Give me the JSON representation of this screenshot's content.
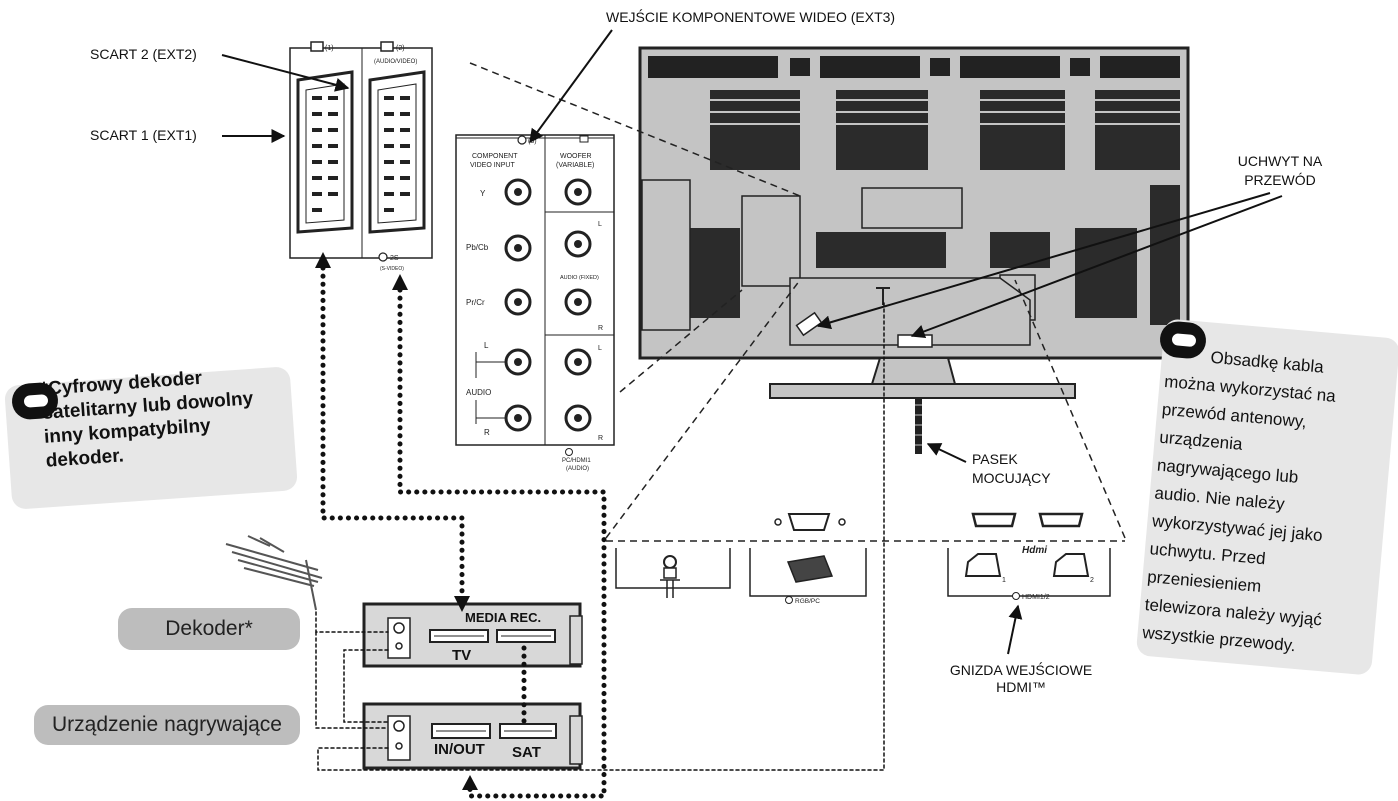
{
  "labels": {
    "scart2": "SCART 2 (EXT2)",
    "scart1": "SCART 1 (EXT1)",
    "component": "WEJŚCIE KOMPONENTOWE WIDEO (EXT3)",
    "cable_holder": "UCHWYT NA\nPRZEWÓD",
    "strap": "PASEK\nMOCUJĄCY",
    "hdmi_inputs": "GNIZDA WEJŚCIOWE\nHDMI™"
  },
  "scart_panel": {
    "port1": "(1)",
    "port2": "(2)",
    "port2_sub": "(AUDIO/VIDEO)",
    "port2s": "2S",
    "port2s_sub": "(S-VIDEO)"
  },
  "component_panel": {
    "header_left": "(3)",
    "header_left_sub1": "COMPONENT",
    "header_left_sub2": "VIDEO INPUT",
    "header_right1": "WOOFER",
    "header_right2": "(VARIABLE)",
    "y": "Y",
    "pb": "Pb/Cb",
    "pr": "Pr/Cr",
    "audio": "AUDIO",
    "l": "L",
    "r": "R",
    "audio_fixed": "AUDIO (FIXED)",
    "pc_hdmi1": "PC/HDMI1",
    "pc_hdmi2": "(AUDIO)"
  },
  "bottom_panel": {
    "rgbpc": "RGB/PC",
    "hdmi_logo": "Hdmi",
    "hdmi12": "HDMI1/2",
    "hdmi_1": "1",
    "hdmi_2": "2"
  },
  "devices": {
    "decoder_pill": "Dekoder*",
    "recorder_pill": "Urządzenie nagrywające",
    "media_rec": "MEDIA REC.",
    "tv": "TV",
    "in_out": "IN/OUT",
    "sat": "SAT"
  },
  "notes": {
    "left": "*Cyfrowy dekoder\nsatelitarny lub dowolny\ninny kompatybilny\ndekoder.",
    "right_lines": [
      "Obsadkę kabla",
      "można wykorzystać na",
      "przewód antenowy,",
      "urządzenia",
      "nagrywającego lub",
      "audio. Nie należy",
      "wykorzystywać jej jako",
      "uchwytu. Przed",
      "przeniesieniem",
      "telewizora należy wyjąć",
      "wszystkie przewody."
    ]
  },
  "icons": [
    "hand-pointer-icon",
    "scart-connector-icon",
    "rca-jack-icon",
    "hdmi-port-icon",
    "vga-port-icon",
    "antenna-icon",
    "aerial-plug-icon"
  ]
}
